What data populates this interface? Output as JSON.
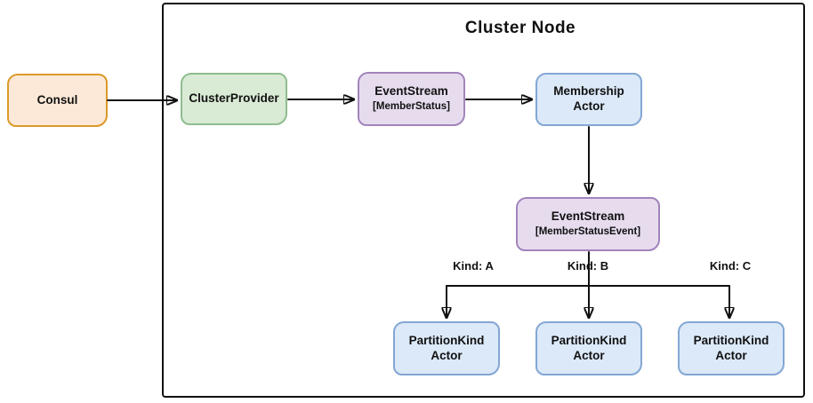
{
  "diagram": {
    "title": "Cluster Node",
    "nodes": {
      "consul": {
        "label": "Consul",
        "fill": "#FCE9D8",
        "border": "#DC9A28"
      },
      "cluster_provider": {
        "label": "ClusterProvider",
        "fill": "#D9EAD5",
        "border": "#8FBD8F"
      },
      "event_stream_member_status": {
        "label": "EventStream",
        "sublabel": "[MemberStatus]",
        "fill": "#E6DCEE",
        "border": "#A284BC"
      },
      "membership_actor": {
        "label": "Membership\nActor",
        "fill": "#DCE9F8",
        "border": "#84A6D4"
      },
      "event_stream_member_status_event": {
        "label": "EventStream",
        "sublabel": "[MemberStatusEvent]",
        "fill": "#E6DCEE",
        "border": "#A284BC"
      },
      "partition_kind_actor_a": {
        "label": "PartitionKind\nActor",
        "fill": "#DCE9F8",
        "border": "#84A6D4"
      },
      "partition_kind_actor_b": {
        "label": "PartitionKind\nActor",
        "fill": "#DCE9F8",
        "border": "#84A6D4"
      },
      "partition_kind_actor_c": {
        "label": "PartitionKind\nActor",
        "fill": "#DCE9F8",
        "border": "#84A6D4"
      }
    },
    "edge_labels": {
      "kind_a": "Kind: A",
      "kind_b": "Kind: B",
      "kind_c": "Kind: C"
    },
    "arrow_color": "#111111",
    "frame_border_color": "#111111"
  }
}
